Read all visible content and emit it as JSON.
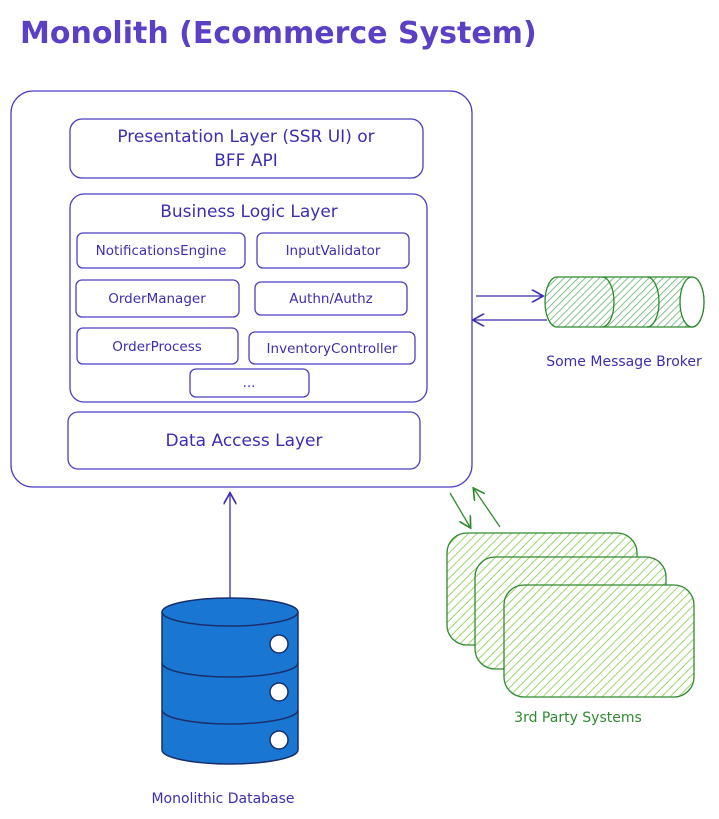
{
  "title": "Monolith (Ecommerce System)",
  "monolith": {
    "presentation_line1": "Presentation Layer (SSR UI) or",
    "presentation_line2": "BFF API",
    "business_logic_label": "Business Logic Layer",
    "components": [
      "NotificationsEngine",
      "InputValidator",
      "OrderManager",
      "Authn/Authz",
      "OrderProcess",
      "InventoryController",
      "..."
    ],
    "data_access_label": "Data Access Layer"
  },
  "message_broker_label": "Some Message Broker",
  "database_label": "Monolithic Database",
  "third_party_label": "3rd Party Systems",
  "colors": {
    "primary": "#4a3fc0",
    "title": "#5b3fc4",
    "green": "#2f8a2f",
    "green_fill": "#8fd16a",
    "db_blue": "#1976d2"
  }
}
